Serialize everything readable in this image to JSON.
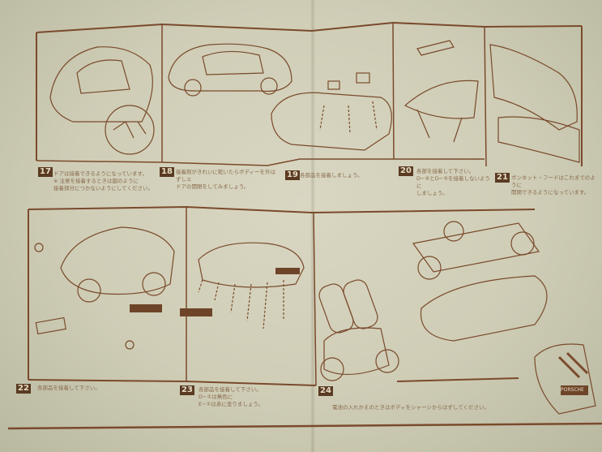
{
  "steps": [
    {
      "number": "17",
      "text": "ドアは接着できるようになっています。\n※ 注意を接着するときは図のように\n接着部分につかないようにしてください。"
    },
    {
      "number": "18",
      "text": "接着剤がきれいに乾いたらボディーを外はずしエ\nドアの開閉をしてみましょう。"
    },
    {
      "number": "19",
      "text": "各部品を接着しましょう。"
    },
    {
      "number": "20",
      "text": "各部を接着して下さい。\nD−④とD−⑤を接着しないように\nしましょう。"
    },
    {
      "number": "21",
      "text": "ボンネット・フードはこれまでのように\n開閉できるようになっています。"
    },
    {
      "number": "22",
      "text": "各部品を接着して下さい。"
    },
    {
      "number": "23",
      "text": "各部品を接着して下さい。\nD−①は無色に\nE−①は赤に塗りましょう。"
    },
    {
      "number": "24",
      "text": "電池の入れかえのときはボディをシャーシからはずしてください。"
    }
  ],
  "decal_text": "PORSCHE",
  "colors": {
    "ink": "#6e4428",
    "paper": "#d3d0b9",
    "badge": "#5a3a22"
  }
}
